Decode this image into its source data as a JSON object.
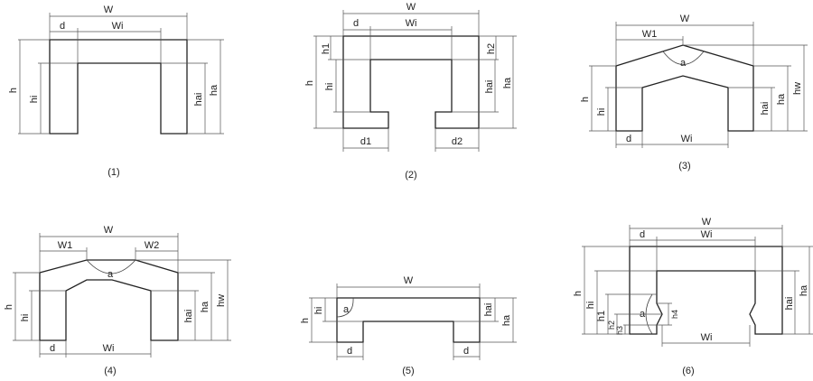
{
  "figures": [
    {
      "caption": "(1)",
      "labels": {
        "W": "W",
        "Wi": "Wi",
        "d": "d",
        "h": "h",
        "hi": "hi",
        "hai": "hai",
        "ha": "ha"
      }
    },
    {
      "caption": "(2)",
      "labels": {
        "W": "W",
        "Wi": "Wi",
        "d": "d",
        "h1": "h1",
        "h2": "h2",
        "h": "h",
        "hi": "hi",
        "hai": "hai",
        "ha": "ha",
        "d1": "d1",
        "d2": "d2"
      }
    },
    {
      "caption": "(3)",
      "labels": {
        "W": "W",
        "W1": "W1",
        "a": "a",
        "h": "h",
        "hi": "hi",
        "hai": "hai",
        "ha": "ha",
        "hw": "hw",
        "d": "d",
        "Wi": "Wi"
      }
    },
    {
      "caption": "(4)",
      "labels": {
        "W": "W",
        "W1": "W1",
        "W2": "W2",
        "a": "a",
        "h": "h",
        "hi": "hi",
        "hai": "hai",
        "ha": "ha",
        "hw": "hw",
        "d": "d",
        "Wi": "Wi"
      }
    },
    {
      "caption": "(5)",
      "labels": {
        "W": "W",
        "h": "h",
        "hi": "hi",
        "a": "a",
        "hai": "hai",
        "ha": "ha",
        "d1": "d",
        "d2": "d"
      }
    },
    {
      "caption": "(6)",
      "labels": {
        "W": "W",
        "d": "d",
        "Wi": "Wi",
        "h": "h",
        "hi": "hi",
        "h1": "h1",
        "h2": "h2",
        "h3": "h3",
        "a": "a",
        "h4": "h4",
        "hai": "hai",
        "ha": "ha",
        "Wi2": "Wi"
      }
    }
  ]
}
